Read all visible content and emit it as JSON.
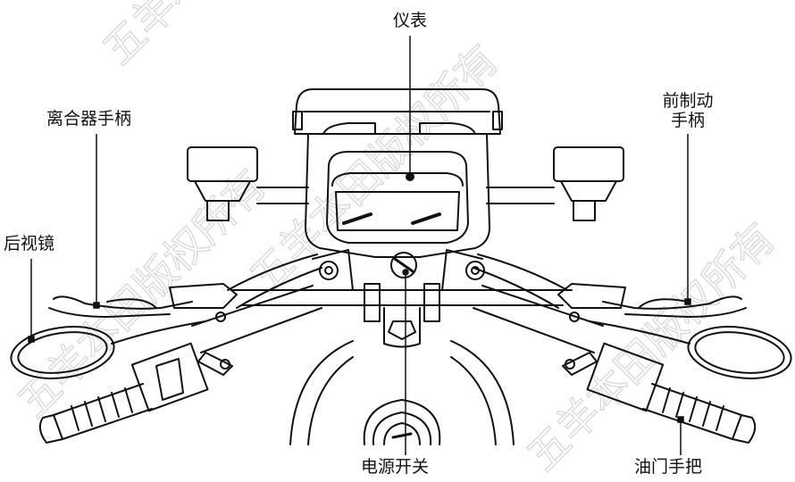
{
  "labels": {
    "meter": "仪表",
    "clutch_lever": "离合器手柄",
    "front_brake_lever_line1": "前制动",
    "front_brake_lever_line2": "手柄",
    "mirror": "后视镜",
    "power_switch": "电源开关",
    "throttle_grip": "油门手把"
  },
  "watermark": {
    "text": "五羊本田版权所有"
  },
  "colors": {
    "line": "#111111",
    "watermark": "#d8d8d8",
    "background": "#ffffff"
  }
}
